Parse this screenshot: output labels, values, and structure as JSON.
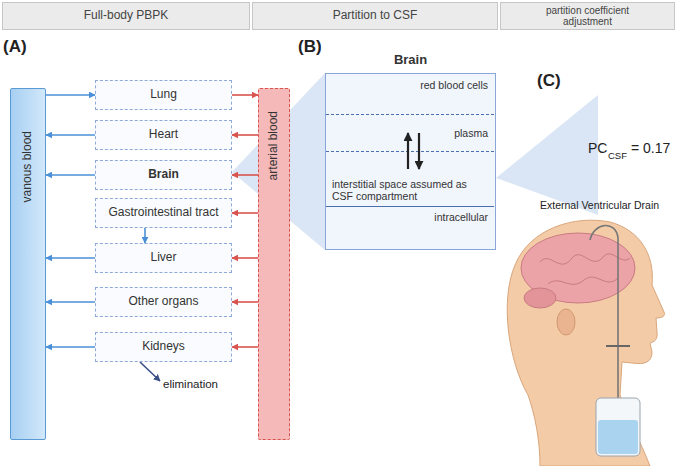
{
  "diagram": {
    "nodes": [
      {
        "text": [
          "Full-body PBPK"
        ]
      },
      {
        "text": [
          "Partition to CSF"
        ]
      },
      {
        "text": [
          "partition coefficient adjustment"
        ]
      },
      {
        "text": [
          "vanous blood"
        ]
      },
      {
        "text": [
          "Lung"
        ]
      },
      {
        "text": [
          "Heart"
        ]
      },
      {
        "text": [
          "Brain"
        ]
      },
      {
        "text": [
          "Gastrointestinal tract"
        ]
      },
      {
        "text": [
          "Liver"
        ]
      },
      {
        "text": [
          "Other organs"
        ]
      },
      {
        "text": [
          "Kidneys"
        ]
      },
      {
        "text": [
          "arterial blood"
        ]
      },
      {
        "text": [
          "Brain"
        ]
      },
      {
        "text": [
          "red blood cells"
        ],
        "in": 12
      },
      {
        "text": [
          "plasma"
        ],
        "in": 12
      },
      {
        "text": [
          "interstitial space assumed as CSF compartment"
        ],
        "in": 12
      },
      {
        "text": [
          "intracellular"
        ],
        "in": 12
      }
    ],
    "edges": [
      {
        "from": 3,
        "to": 4,
        "arrow": "to"
      },
      {
        "from": 4,
        "to": 11,
        "arrow": "to"
      },
      {
        "from": 11,
        "to": 5,
        "arrow": "to"
      },
      {
        "from": 5,
        "to": 3,
        "arrow": "to"
      },
      {
        "from": 11,
        "to": 6,
        "arrow": "to"
      },
      {
        "from": 6,
        "to": 3,
        "arrow": "to"
      },
      {
        "from": 11,
        "to": 7,
        "arrow": "to"
      },
      {
        "from": 7,
        "to": 8,
        "arrow": "to"
      },
      {
        "from": 11,
        "to": 8,
        "arrow": "to"
      },
      {
        "from": 8,
        "to": 3,
        "arrow": "to"
      },
      {
        "from": 11,
        "to": 9,
        "arrow": "to"
      },
      {
        "from": 9,
        "to": 3,
        "arrow": "to"
      },
      {
        "from": 11,
        "to": 10,
        "arrow": "to"
      },
      {
        "from": 10,
        "to": 3,
        "arrow": "to"
      },
      {
        "from": 15,
        "to": 14,
        "arrow": "to"
      },
      {
        "from": 14,
        "to": 15,
        "arrow": "to"
      }
    ],
    "labels": [
      "(A)",
      "(B)",
      "(C)",
      "elimination",
      "PC",
      "CSF",
      "= 0.17",
      "External Ventricular Drain"
    ]
  }
}
